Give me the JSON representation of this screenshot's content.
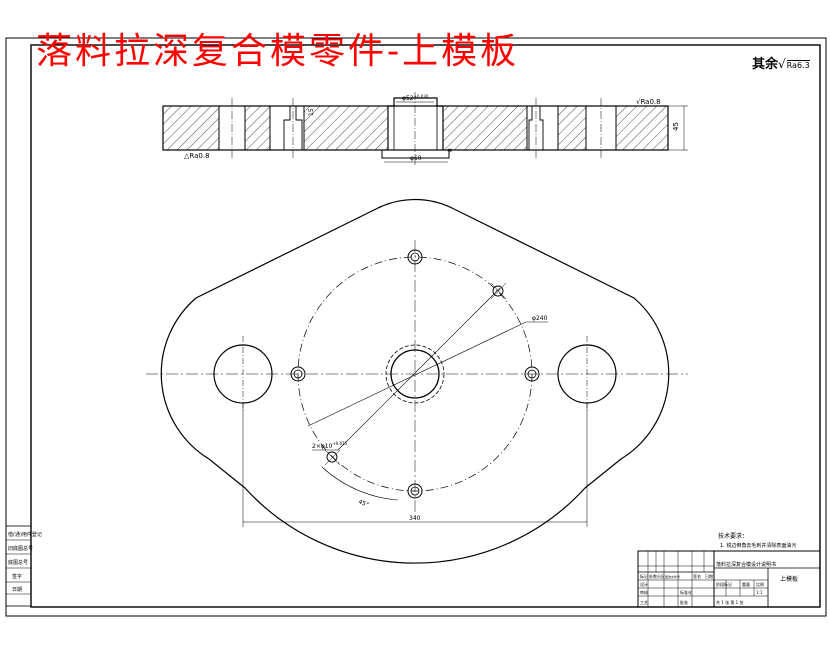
{
  "title": "落料拉深复合模零件-上模板",
  "roughness": {
    "corner_prefix": "其余",
    "corner_value": "Ra6.3",
    "section_right": "Ra0.8",
    "section_left": "Ra0.8"
  },
  "section": {
    "top_dim": "φ52",
    "top_dim_sup": "+0.030",
    "bottom_dim": "φ50",
    "height_dim": "45",
    "counterbore_dim": "15",
    "step_dim": "8"
  },
  "plan": {
    "circle_dim": "φ240",
    "hole_dim": "2×φ10",
    "hole_dim_sup": "+0.015",
    "angle_dim": "45°",
    "width_dim": "340"
  },
  "tech_notes": {
    "heading": "技术要求：",
    "line1": "1. 锐边倒角去毛刺并清除表面油污"
  },
  "title_block": {
    "subtitle": "落料拉深复合模设计说明书",
    "part_name": "上模板",
    "row_labels": [
      "标记",
      "处数",
      "分区",
      "更改文件号",
      "签名",
      "日期"
    ],
    "col_labels": [
      "阶段标记",
      "重量",
      "比例"
    ],
    "designer_label": "设计",
    "checker_label": "审核",
    "approver_label": "批准",
    "process_label": "工艺",
    "standard_label": "标准化",
    "scale": "1:1",
    "sheet": "共 1 张  第 1 张"
  },
  "side_strip": {
    "items": [
      "借(通)用件登记",
      "旧底图总号",
      "底图总号",
      "签字",
      "日期"
    ]
  }
}
